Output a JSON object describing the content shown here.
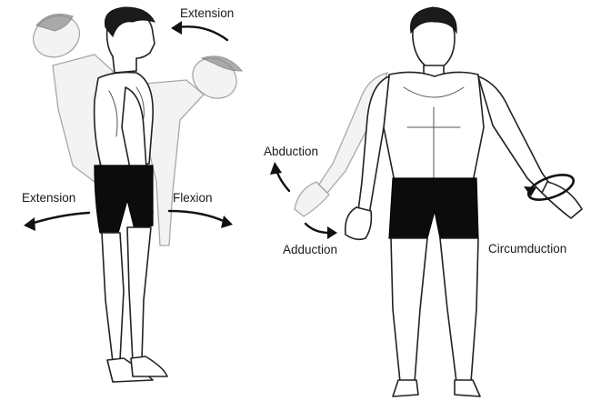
{
  "labels": {
    "extension_head": "Extension",
    "extension_trunk": "Extension",
    "flexion": "Flexion",
    "abduction": "Abduction",
    "adduction": "Adduction",
    "circumduction": "Circumduction"
  },
  "colors": {
    "figure_outline": "#222222",
    "ghost_figure": "#9a9a9a",
    "shorts": "#0c0c0c",
    "arrows": "#111111"
  }
}
